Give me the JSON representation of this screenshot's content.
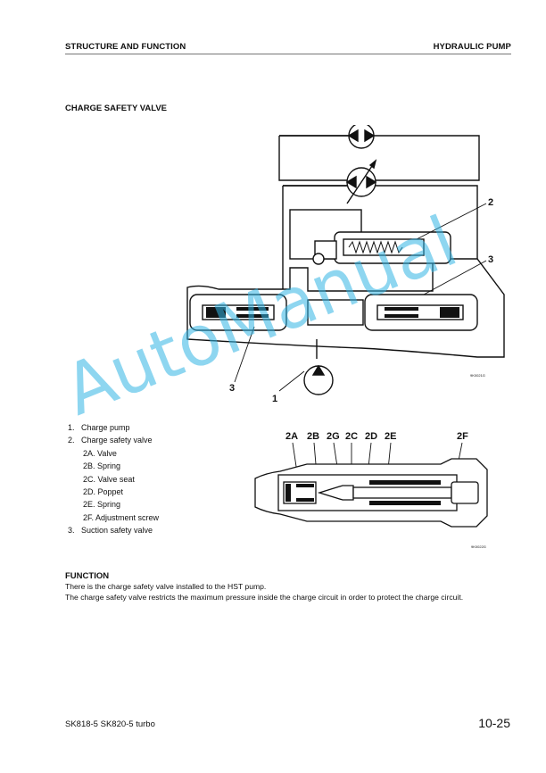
{
  "header": {
    "left": "STRUCTURE AND FUNCTION",
    "right": "HYDRAULIC PUMP"
  },
  "section_title": "CHARGE SAFETY VALVE",
  "diagram_top": {
    "callouts": [
      "2",
      "3",
      "3",
      "1"
    ],
    "figure_code": "9K0021G"
  },
  "parts": [
    {
      "num": "1.",
      "label": "Charge pump"
    },
    {
      "num": "2.",
      "label": "Charge safety valve"
    },
    {
      "num": "",
      "label": "2A.  Valve",
      "sub": true
    },
    {
      "num": "",
      "label": "2B.  Spring",
      "sub": true
    },
    {
      "num": "",
      "label": "2C.  Valve seat",
      "sub": true
    },
    {
      "num": "",
      "label": "2D.  Poppet",
      "sub": true
    },
    {
      "num": "",
      "label": "2E.  Spring",
      "sub": true
    },
    {
      "num": "",
      "label": "2F.  Adjustment screw",
      "sub": true
    },
    {
      "num": "3.",
      "label": "Suction safety valve"
    }
  ],
  "diagram_bottom": {
    "callouts": [
      "2A",
      "2B",
      "2G",
      "2C",
      "2D",
      "2E",
      "2F"
    ],
    "figure_code": "9K0022G"
  },
  "function": {
    "heading": "FUNCTION",
    "lines": [
      "There is the charge safety valve installed to the HST pump.",
      "The charge safety valve restricts the maximum pressure inside the charge circuit in order to protect the charge circuit."
    ]
  },
  "footer": {
    "left": "SK818-5  SK820-5 turbo",
    "right": "10-25"
  },
  "watermark": "AutoManual",
  "colors": {
    "watermark": "#33b5e5",
    "ink": "#111111"
  }
}
